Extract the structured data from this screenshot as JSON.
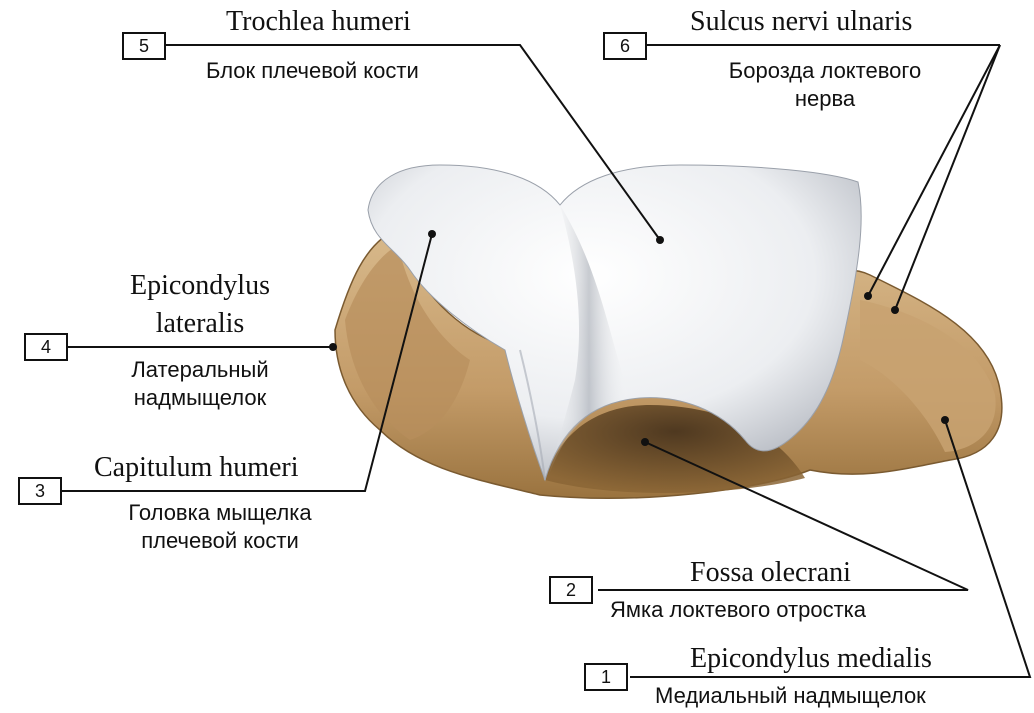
{
  "labels": [
    {
      "number": "1",
      "latin": "Epicondylus medialis",
      "russian": "Медиальный надмыщелок"
    },
    {
      "number": "2",
      "latin": "Fossa olecrani",
      "russian": "Ямка локтевого отростка"
    },
    {
      "number": "3",
      "latin": "Capitulum humeri",
      "russian_line1": "Головка мыщелка",
      "russian_line2": "плечевой кости"
    },
    {
      "number": "4",
      "latin_line1": "Epicondylus",
      "latin_line2": "lateralis",
      "russian_line1": "Латеральный",
      "russian_line2": "надмыщелок"
    },
    {
      "number": "5",
      "latin": "Trochlea humeri",
      "russian": "Блок плечевой кости"
    },
    {
      "number": "6",
      "latin": "Sulcus nervi ulnaris",
      "russian_line1": "Борозда локтевого",
      "russian_line2": "нерва"
    }
  ],
  "colors": {
    "bone": "#c9a373",
    "bone_dark": "#8a6535",
    "cartilage": "#f2f2f4",
    "cartilage_shadow": "#b8bcc4",
    "line": "#111111"
  }
}
